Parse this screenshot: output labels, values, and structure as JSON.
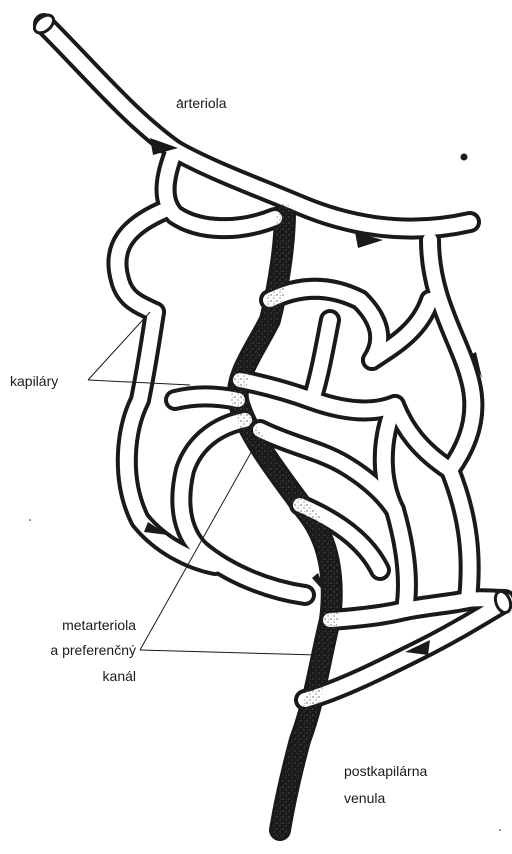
{
  "labels": {
    "arteriola": "arteriola",
    "kapilary": "kapiláry",
    "metarteriola_line1": "metarteriola",
    "metarteriola_line2": "a preferenčný",
    "metarteriola_line3": "kanál",
    "venula_line1": "postkapilárna",
    "venula_line2": "venula"
  },
  "colors": {
    "ink": "#1a1a1a",
    "background": "#ffffff",
    "stipple": "#555555"
  },
  "icons": {
    "flow_arrow": "flow-arrow-icon"
  }
}
